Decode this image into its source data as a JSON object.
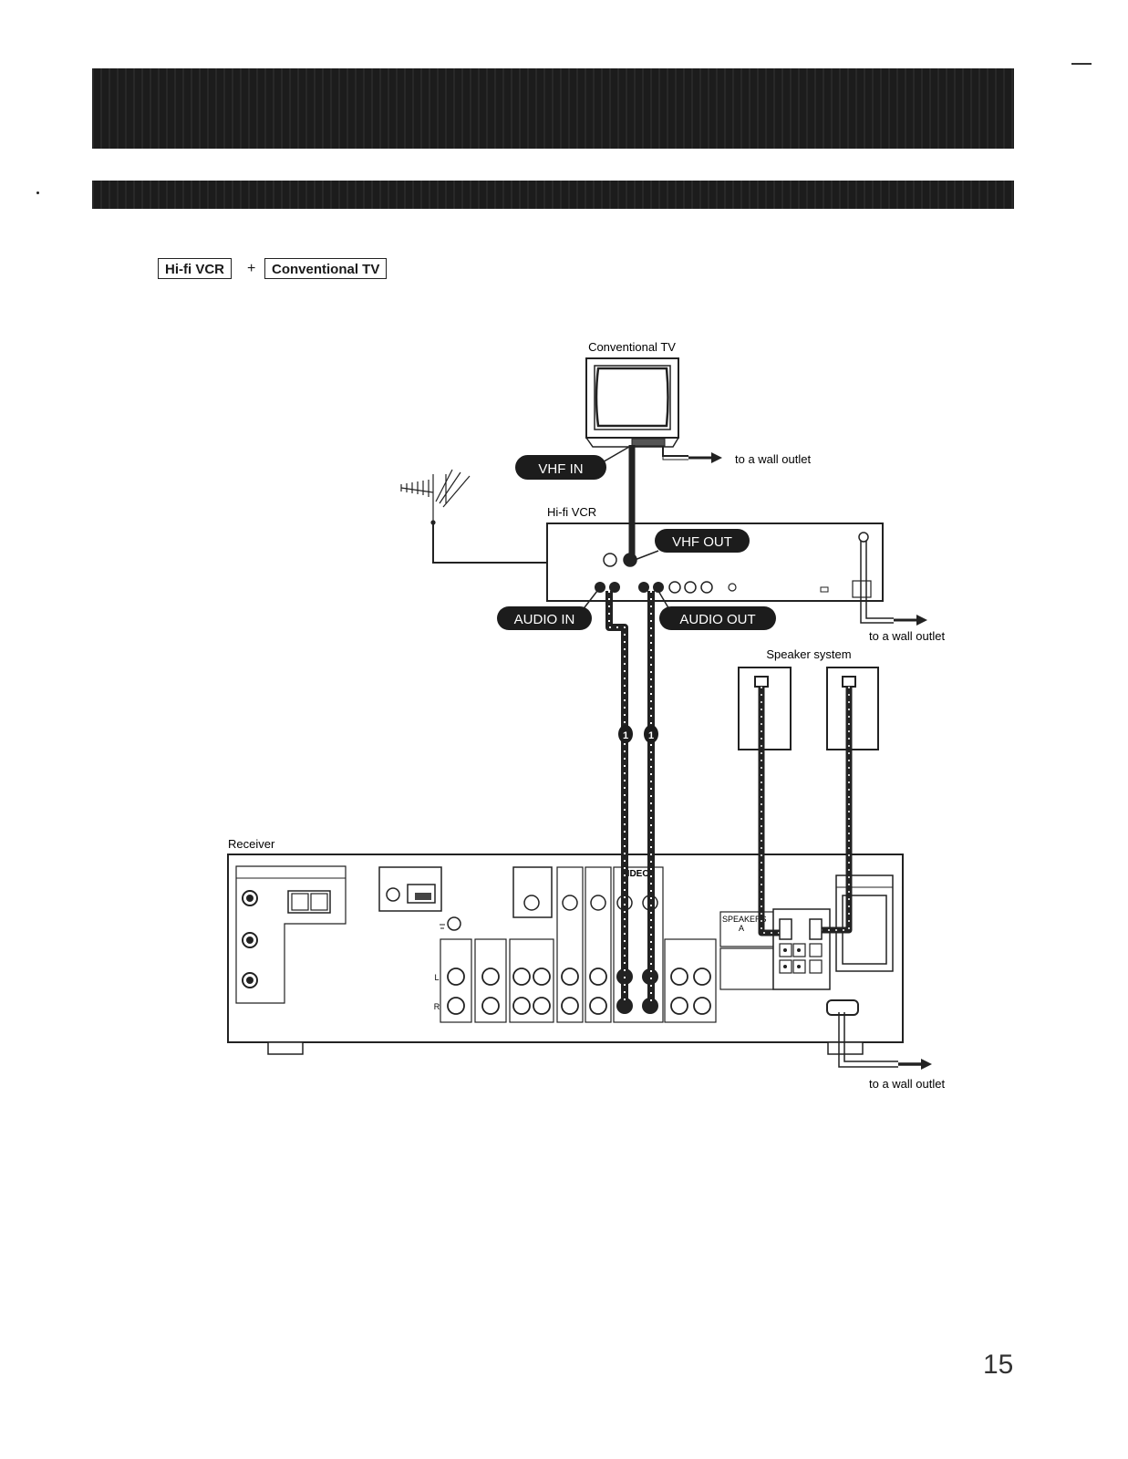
{
  "header": {
    "combo_vcr": "Hi-fi VCR",
    "combo_plus": "+",
    "combo_tv": "Conventional TV"
  },
  "labels": {
    "tv": "Conventional TV",
    "vcr": "Hi-fi VCR",
    "speakers": "Speaker system",
    "receiver": "Receiver",
    "outlet_tv": "to a wall outlet",
    "outlet_vcr": "to a wall outlet",
    "outlet_receiver": "to a wall outlet",
    "vhf_in": "VHF IN",
    "vhf_out": "VHF OUT",
    "audio_in": "AUDIO IN",
    "audio_out": "AUDIO OUT",
    "speakers_panel": "SPEAKERS",
    "speakers_panel_a": "A",
    "video_panel": "VIDEO",
    "left": "L",
    "right": "R",
    "cable_num_1": "1",
    "cable_num_2": "1"
  },
  "page": {
    "number": "15"
  }
}
